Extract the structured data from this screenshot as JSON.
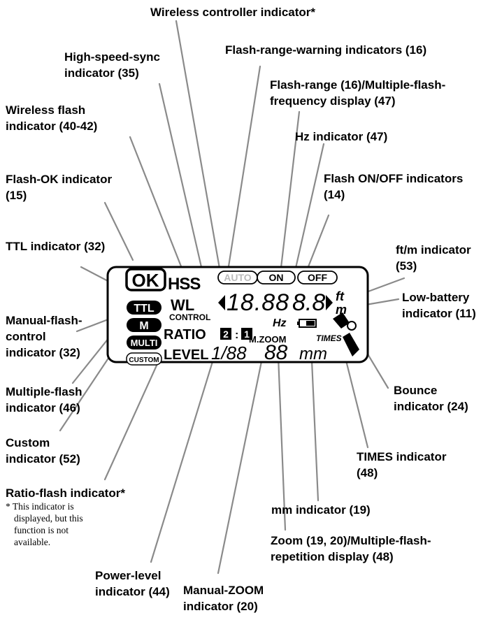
{
  "labels": {
    "wireless_controller": [
      "Wireless controller indicator*"
    ],
    "flash_range_warning": [
      "Flash-range-warning indicators (16)"
    ],
    "high_speed_sync": [
      "High-speed-sync",
      "indicator (35)"
    ],
    "flash_range_display": [
      "Flash-range (16)/Multiple-flash-",
      "frequency display (47)"
    ],
    "wireless_flash": [
      "Wireless flash",
      "indicator (40-42)"
    ],
    "hz": [
      "Hz indicator (47)"
    ],
    "flash_ok": [
      "Flash-OK indicator",
      "(15)"
    ],
    "flash_on_off": [
      "Flash ON/OFF indicators",
      "(14)"
    ],
    "ttl": [
      "TTL indicator (32)"
    ],
    "ft_m": [
      "ft/m indicator",
      "(53)"
    ],
    "manual_flash_control": [
      "Manual-flash-",
      "control",
      "indicator (32)"
    ],
    "low_battery": [
      "Low-battery",
      "indicator (11)"
    ],
    "multiple_flash": [
      "Multiple-flash",
      "indicator (46)"
    ],
    "bounce": [
      "Bounce",
      "indicator (24)"
    ],
    "custom": [
      "Custom",
      "indicator (52)"
    ],
    "times": [
      "TIMES indicator",
      "(48)"
    ],
    "ratio_flash": [
      "Ratio-flash indicator*"
    ],
    "mm": [
      "mm indicator (19)"
    ],
    "zoom_display": [
      "Zoom (19, 20)/Multiple-flash-",
      "repetition display (48)"
    ],
    "power_level": [
      "Power-level",
      "indicator (44)"
    ],
    "manual_zoom": [
      "Manual-ZOOM",
      "indicator (20)"
    ]
  },
  "footnote": [
    "* This indicator is",
    "displayed, but this",
    "function is not",
    "available."
  ],
  "lcd": {
    "ok": "OK",
    "hss": "HSS",
    "auto": "AUTO",
    "on": "ON",
    "off": "OFF",
    "ttl": "TTL",
    "m": "M",
    "multi": "MULTI",
    "custom": "CUSTOM",
    "wl": "WL",
    "control": "CONTROL",
    "ratio": "RATIO",
    "ratio_a": "2",
    "ratio_colon": ":",
    "ratio_b": "1",
    "level": "LEVEL",
    "level_value": "1/88",
    "range_digits": "18.88",
    "range_digits2": "8.8",
    "ft": "ft",
    "m_unit": "m",
    "hz": "Hz",
    "mzoom": "M.ZOOM",
    "times": "TIMES",
    "zoom_digits": "88",
    "mm": "mm"
  }
}
